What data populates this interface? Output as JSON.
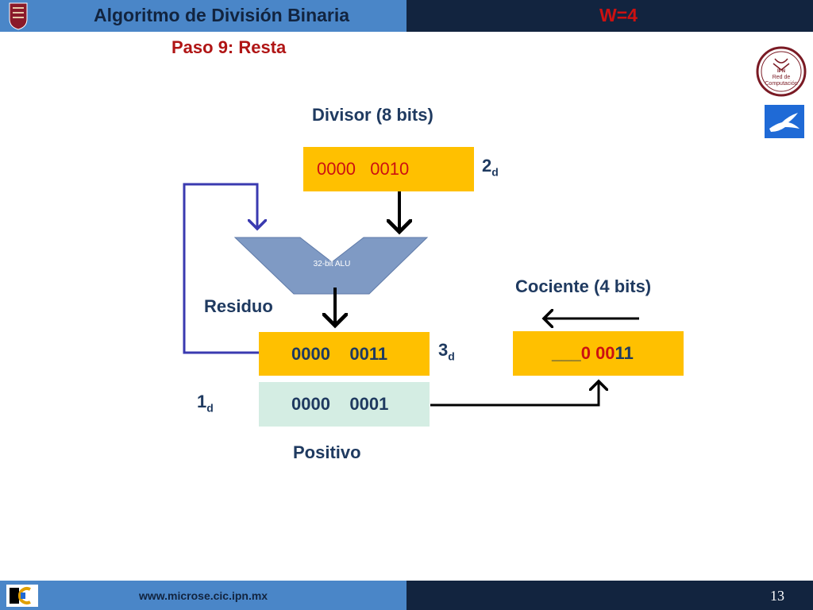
{
  "header": {
    "title": "Algoritmo de División Binaria",
    "w_label": "W=4"
  },
  "step": "Paso 9: Resta",
  "divisor": {
    "label": "Divisor  (8 bits)",
    "value": "0000   0010",
    "decimal": "2",
    "decimal_sub": "d"
  },
  "alu": {
    "label": "32-bit ALU"
  },
  "residuo": {
    "label": "Residuo",
    "value": "0000    0011",
    "decimal": "3",
    "decimal_sub": "d"
  },
  "result": {
    "value": "0000    0001",
    "decimal": "1",
    "decimal_sub": "d",
    "sign_label": "Positivo"
  },
  "cociente": {
    "label": "Cociente (4 bits)",
    "prefix": "___",
    "red_part": "0 00",
    "black_part": "11"
  },
  "logos": {
    "ipn_badge": "IPN",
    "red_seal_line1": "Red de",
    "red_seal_line2": "Computación",
    "red_seal_top": "IPN"
  },
  "footer": {
    "url": "www.microse.cic.ipn.mx",
    "page_number": "13"
  },
  "colors": {
    "header_blue": "#4a86c8",
    "header_navy": "#12243f",
    "box_orange": "#ffc000",
    "box_mint": "#d4ede3",
    "alu_blue": "#7f9ac4",
    "arrow_purple": "#3a3ab0"
  }
}
